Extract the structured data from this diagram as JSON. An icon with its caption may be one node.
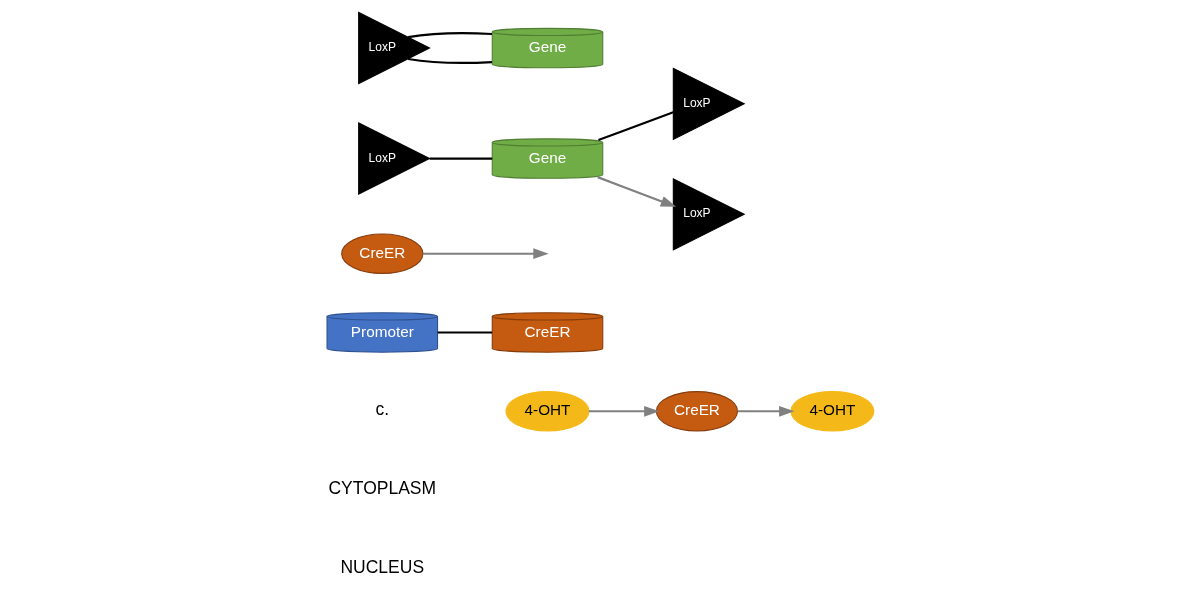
{
  "diagram": {
    "nodes": [
      {
        "text": [
          "4-OHT"
        ]
      },
      {
        "text": [
          "CreER"
        ]
      },
      {
        "text": [
          "Promoter"
        ]
      },
      {
        "text": [
          "CreER"
        ]
      },
      {
        "text": [
          "4-OHT"
        ]
      },
      {
        "text": [
          "CreER"
        ]
      },
      {
        "text": [
          "LoxP"
        ]
      },
      {
        "text": [
          "Gene"
        ]
      },
      {
        "text": [
          "LoxP"
        ]
      },
      {
        "text": [
          "LoxP"
        ]
      },
      {
        "text": [
          "Gene"
        ]
      },
      {
        "text": [
          "LoxP"
        ]
      }
    ],
    "edges": [
      {
        "from": 0,
        "to": 1,
        "arrow": "to",
        "color": "#808080"
      },
      {
        "from": 1,
        "to": 4,
        "arrow": "to",
        "color": "#808080"
      },
      {
        "from": 2,
        "to": 3,
        "arrow": "none"
      },
      {
        "from": 5,
        "to": null,
        "arrow": "to",
        "color": "#808080"
      },
      {
        "from": 6,
        "to": 7,
        "arrow": "none"
      },
      {
        "from": 7,
        "to": 8,
        "arrow": "none"
      },
      {
        "from": 7,
        "to": 11,
        "arrow": "to",
        "color": "#808080"
      },
      {
        "from": 9,
        "to": 10,
        "arrow": "none"
      },
      {
        "from": 10,
        "to": 9,
        "arrow": "none"
      }
    ],
    "labels": [
      "c.",
      "CYTOPLASM",
      "NUCLEUS"
    ]
  }
}
